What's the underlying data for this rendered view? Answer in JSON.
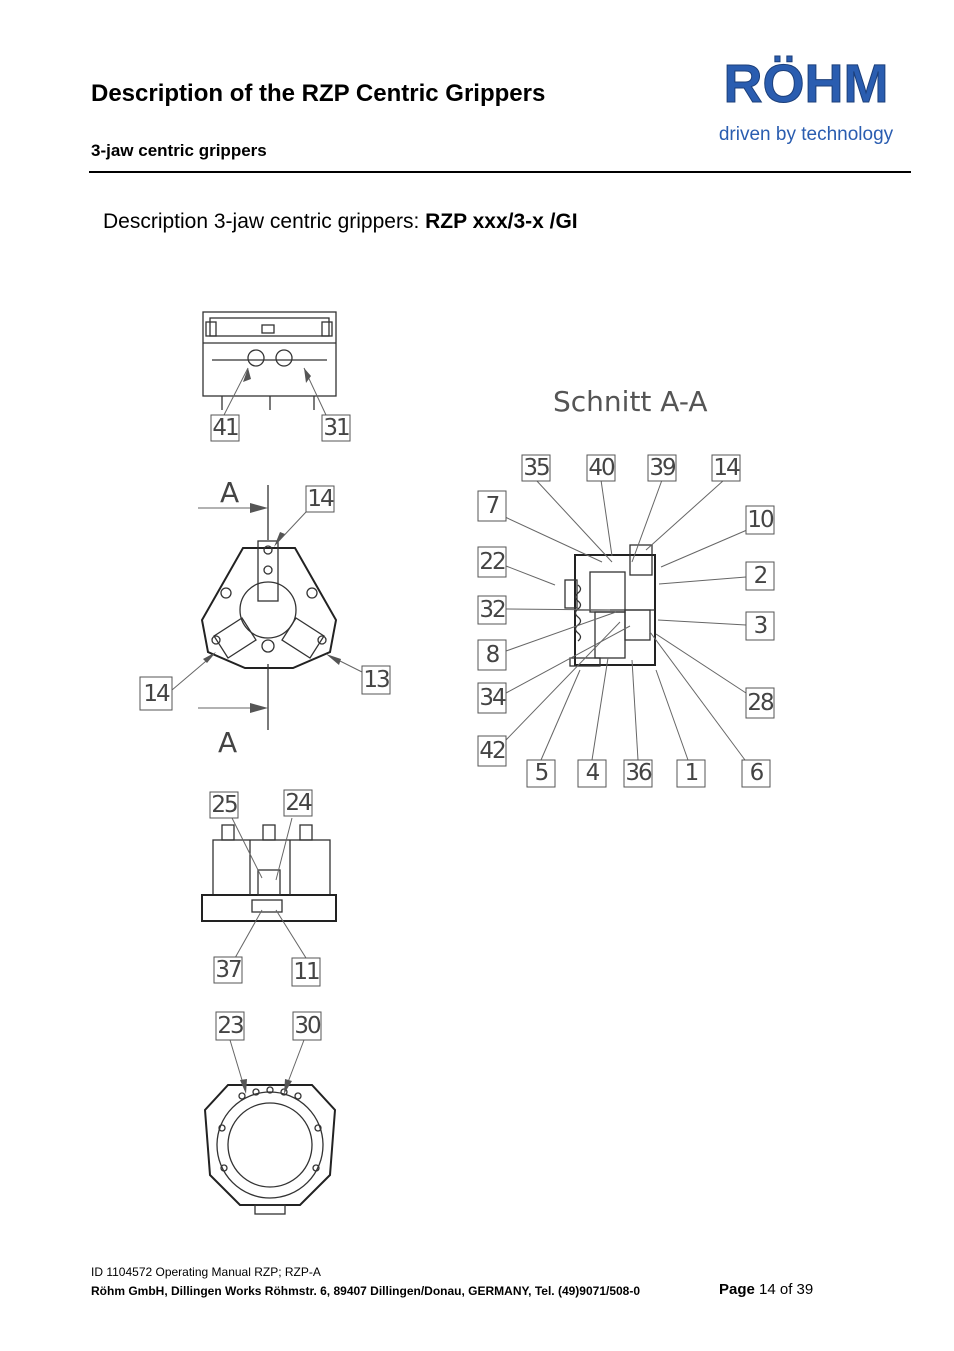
{
  "header": {
    "title": "Description of the RZP Centric Grippers",
    "subtitle": "3-jaw centric grippers",
    "logo": {
      "wordmark": "RÖHM",
      "tagline": "driven by technology",
      "color": "#2a5db0"
    }
  },
  "description": {
    "prefix": "Description  3-jaw centric grippers: ",
    "model": "RZP xxx/3-x /GI"
  },
  "figure": {
    "section_title": "Schnitt A-A",
    "section_marker": "A",
    "top_view_callouts": [
      "41",
      "31"
    ],
    "front_view_callouts": [
      "14",
      "14",
      "13"
    ],
    "section_callouts": [
      "35",
      "40",
      "39",
      "14",
      "7",
      "10",
      "22",
      "2",
      "32",
      "3",
      "8",
      "34",
      "28",
      "42",
      "5",
      "4",
      "36",
      "1",
      "6"
    ],
    "side_view_callouts": [
      "25",
      "24",
      "37",
      "11"
    ],
    "bottom_view_callouts": [
      "23",
      "30"
    ]
  },
  "footer": {
    "doc_id": "ID 1104572 Operating Manual RZP; RZP-A",
    "company": "Röhm GmbH, Dillingen Works Röhmstr. 6, 89407 Dillingen/Donau, GERMANY, Tel. (49)9071/508-0",
    "page_label": "Page",
    "page_rest": " 14 of 39"
  }
}
